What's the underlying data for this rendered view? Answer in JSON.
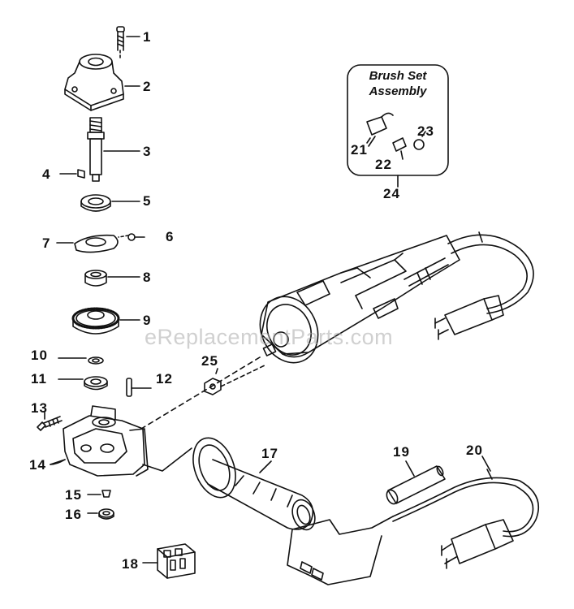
{
  "inset": {
    "title_line1": "Brush Set",
    "title_line2": "Assembly"
  },
  "watermark": "eReplacementParts.com",
  "callouts": {
    "c1": "1",
    "c2": "2",
    "c3": "3",
    "c4": "4",
    "c5": "5",
    "c6": "6",
    "c7": "7",
    "c8": "8",
    "c9": "9",
    "c10": "10",
    "c11": "11",
    "c12": "12",
    "c13": "13",
    "c14": "14",
    "c15": "15",
    "c16": "16",
    "c17": "17",
    "c18": "18",
    "c19": "19",
    "c20": "20",
    "c21": "21",
    "c22": "22",
    "c23": "23",
    "c24": "24",
    "c25": "25"
  }
}
